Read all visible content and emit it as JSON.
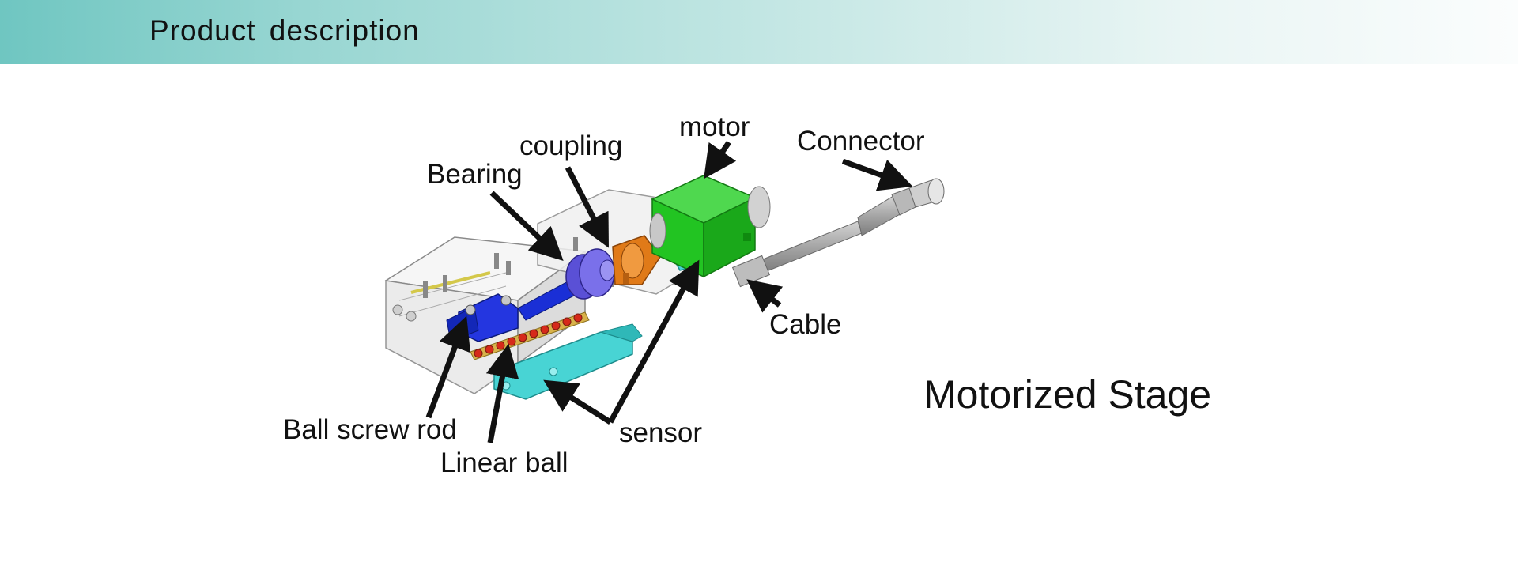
{
  "header": {
    "title": "Product description"
  },
  "diagram": {
    "title": "Motorized Stage",
    "labels": {
      "motor": "motor",
      "coupling": "coupling",
      "bearing": "Bearing",
      "connector": "Connector",
      "cable": "Cable",
      "sensor": "sensor",
      "ball_screw_rod": "Ball screw rod",
      "linear_ball": "Linear ball"
    },
    "colors": {
      "header_start": "#6fc6c1",
      "motor": "#22c422",
      "coupling": "#e07a18",
      "bearing": "#6a5fe0",
      "ball_screw": "#1a2fd6",
      "linear_ball": "#d62a1a",
      "sensor": "#3fd0d0",
      "cable": "#9a9a9a"
    }
  }
}
